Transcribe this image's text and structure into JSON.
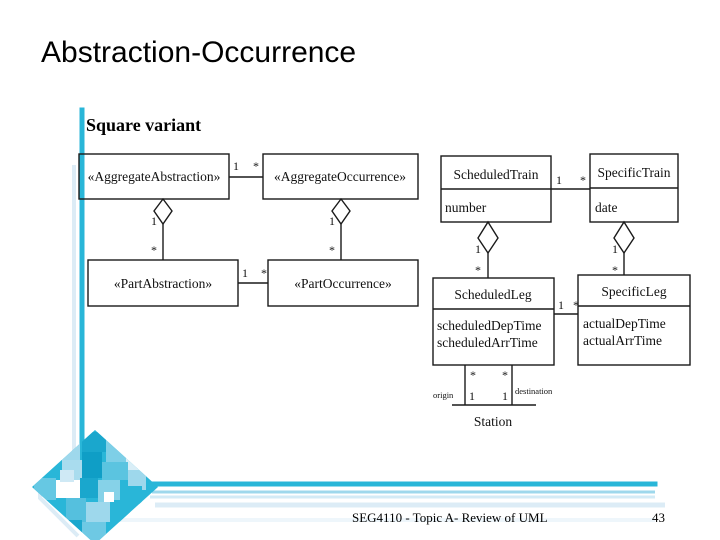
{
  "slide": {
    "title": "Abstraction-Occurrence",
    "subtitle": "Square variant",
    "accent_color": "#29b6d8",
    "accent_color_light": "#bfe4f2",
    "text_color": "#000000"
  },
  "footer": {
    "course_text": "SEG4110 - Topic A-  Review of UML",
    "page_number": "43"
  },
  "diagram_left": {
    "name": "abstraction-occurrence-generic-pattern",
    "classes": [
      {
        "id": "aggregate-abstraction",
        "label": "«AggregateAbstraction»"
      },
      {
        "id": "aggregate-occurrence",
        "label": "«AggregateOccurrence»"
      },
      {
        "id": "part-abstraction",
        "label": "«PartAbstraction»"
      },
      {
        "id": "part-occurrence",
        "label": "«PartOccurrence»"
      }
    ],
    "multiplicities": {
      "aggregate_assoc_left": "1",
      "aggregate_assoc_right": "*",
      "part_assoc_left": "1",
      "part_assoc_right": "*",
      "left_aggregation_top": "1",
      "left_aggregation_bottom": "*",
      "right_aggregation_top": "1",
      "right_aggregation_bottom": "*"
    }
  },
  "diagram_right": {
    "name": "train-schedule-example",
    "classes": [
      {
        "id": "scheduled-train",
        "title": "ScheduledTrain",
        "attributes": [
          "number"
        ]
      },
      {
        "id": "specific-train",
        "title": "SpecificTrain",
        "attributes": [
          "date"
        ]
      },
      {
        "id": "scheduled-leg",
        "title": "ScheduledLeg",
        "attributes": [
          "scheduledDepTime",
          "scheduledArrTime"
        ]
      },
      {
        "id": "specific-leg",
        "title": "SpecificLeg",
        "attributes": [
          "actualDepTime",
          "actualArrTime"
        ]
      },
      {
        "id": "station",
        "title": "Station",
        "attributes": []
      }
    ],
    "multiplicities": {
      "train_assoc_left": "1",
      "train_assoc_right": "*",
      "leg_assoc_left": "1",
      "leg_assoc_right": "*",
      "scheduled_aggregation_top": "1",
      "scheduled_aggregation_bottom": "*",
      "specific_aggregation_top": "1",
      "specific_aggregation_bottom": "*",
      "origin_star": "*",
      "origin_one": "1",
      "destination_star": "*",
      "destination_one": "1"
    },
    "role_names": {
      "origin": "origin",
      "destination": "destination"
    }
  }
}
